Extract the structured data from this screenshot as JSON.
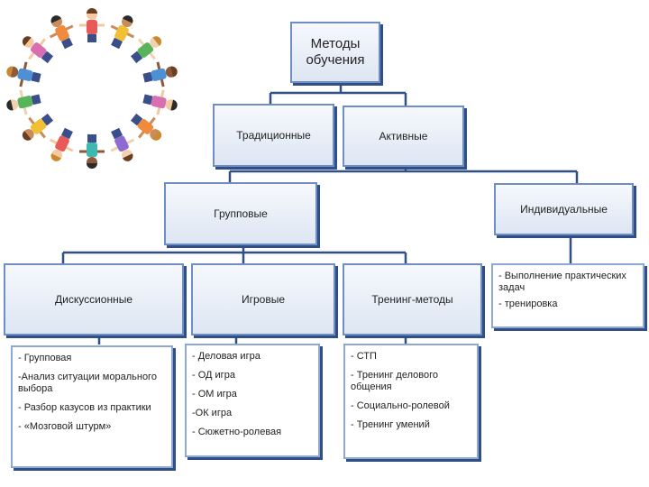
{
  "root": "Методы обучения",
  "level1": [
    "Традиционные",
    "Активные"
  ],
  "level2": {
    "group": "Групповые",
    "individual": "Индивидуальные"
  },
  "level3": [
    "Дискуссионные",
    "Игровые",
    "Тренинг-методы"
  ],
  "lists": {
    "discussion": [
      "- Групповая",
      "-Анализ ситуации морального выбора",
      "- Разбор казусов из практики",
      "- «Мозговой штурм»"
    ],
    "games": [
      "- Деловая игра",
      "- ОД игра",
      "- ОМ игра",
      "-ОК игра",
      "- Сюжетно-ролевая"
    ],
    "training": [
      "- СТП",
      "- Тренинг делового общения",
      "- Социально-ролевой",
      "- Тренинг умений"
    ],
    "individual": [
      "- Выполнение практических задач",
      "- тренировка"
    ]
  },
  "colors": {
    "border": "#6f8fc4",
    "shadow": "#2f4f86",
    "fill_top": "#f6f8fc",
    "fill_bottom": "#dde6f3",
    "wire": "#2f4f86"
  },
  "image": "children-holding-hands-circle"
}
